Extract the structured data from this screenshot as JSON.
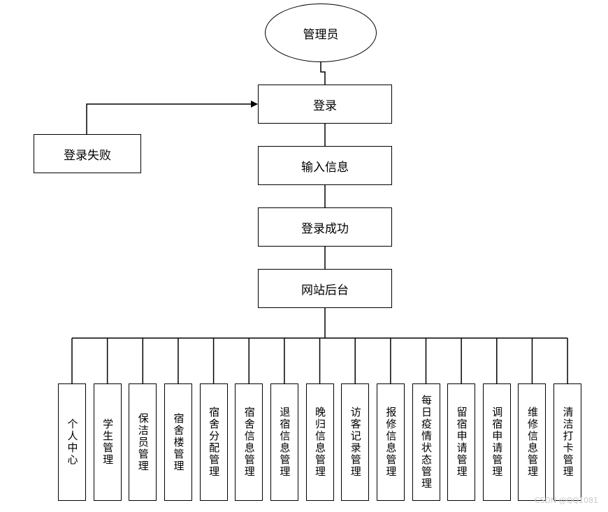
{
  "diagram": {
    "root": "管理员",
    "flow": [
      "登录",
      "输入信息",
      "登录成功",
      "网站后台"
    ],
    "failure": "登录失败",
    "modules": [
      "个人中心",
      "学生管理",
      "保洁员管理",
      "宿舍楼管理",
      "宿舍分配管理",
      "宿舍信息管理",
      "退宿信息管理",
      "晚归信息管理",
      "访客记录管理",
      "报修信息管理",
      "每日疫情状态管理",
      "留宿申请管理",
      "调宿申请管理",
      "维修信息管理",
      "清洁打卡管理"
    ]
  },
  "watermark": "CSDN @QQ1081"
}
